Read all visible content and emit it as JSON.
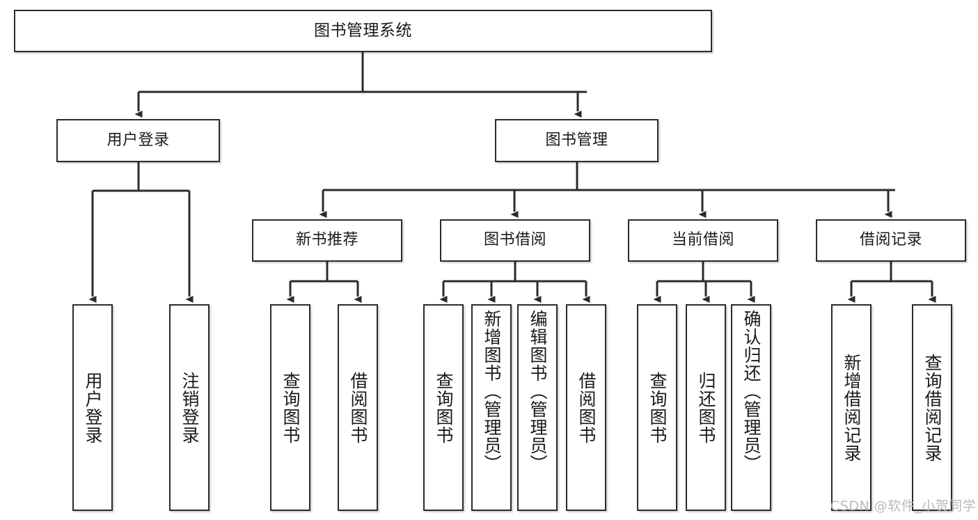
{
  "diagram": {
    "type": "tree-hierarchy",
    "title": "图书管理系统",
    "watermark": "CSDN @软件_小贺同学",
    "colors": {
      "border": "#2b2b2b",
      "background": "#ffffff",
      "text": "#1a1a1a",
      "watermark": "#b9b9b9"
    },
    "levels": [
      {
        "level": 0,
        "nodes": [
          {
            "id": "root",
            "label": "图书管理系统",
            "orientation": "horizontal"
          }
        ]
      },
      {
        "level": 1,
        "nodes": [
          {
            "id": "user-login",
            "label": "用户登录",
            "orientation": "horizontal",
            "parent": "root"
          },
          {
            "id": "book-manage",
            "label": "图书管理",
            "orientation": "horizontal",
            "parent": "root"
          }
        ]
      },
      {
        "level": 2,
        "nodes": [
          {
            "id": "new-book-recommend",
            "label": "新书推荐",
            "orientation": "horizontal",
            "parent": "book-manage"
          },
          {
            "id": "book-borrow",
            "label": "图书借阅",
            "orientation": "horizontal",
            "parent": "book-manage"
          },
          {
            "id": "current-borrow",
            "label": "当前借阅",
            "orientation": "horizontal",
            "parent": "book-manage"
          },
          {
            "id": "borrow-record",
            "label": "借阅记录",
            "orientation": "horizontal",
            "parent": "book-manage"
          }
        ]
      },
      {
        "level": 3,
        "nodes": [
          {
            "id": "leaf-user-login",
            "label": "用户登录",
            "orientation": "vertical",
            "parent": "user-login"
          },
          {
            "id": "leaf-user-logout",
            "label": "注销登录",
            "orientation": "vertical",
            "parent": "user-login"
          },
          {
            "id": "leaf-query-book-1",
            "label": "查询图书",
            "orientation": "vertical",
            "parent": "new-book-recommend"
          },
          {
            "id": "leaf-borrow-book-1",
            "label": "借阅图书",
            "orientation": "vertical",
            "parent": "new-book-recommend"
          },
          {
            "id": "leaf-query-book-2",
            "label": "查询图书",
            "orientation": "vertical",
            "parent": "book-borrow"
          },
          {
            "id": "leaf-add-book",
            "label": "新增图书（管理员）",
            "orientation": "vertical",
            "parent": "book-borrow"
          },
          {
            "id": "leaf-edit-book",
            "label": "编辑图书（管理员）",
            "orientation": "vertical",
            "parent": "book-borrow"
          },
          {
            "id": "leaf-borrow-book-2",
            "label": "借阅图书",
            "orientation": "vertical",
            "parent": "book-borrow"
          },
          {
            "id": "leaf-query-book-3",
            "label": "查询图书",
            "orientation": "vertical",
            "parent": "current-borrow"
          },
          {
            "id": "leaf-return-book",
            "label": "归还图书",
            "orientation": "vertical",
            "parent": "current-borrow"
          },
          {
            "id": "leaf-confirm-return",
            "label": "确认归还（管理员）",
            "orientation": "vertical",
            "parent": "current-borrow"
          },
          {
            "id": "leaf-add-record",
            "label": "新增借阅记录",
            "orientation": "vertical",
            "parent": "borrow-record"
          },
          {
            "id": "leaf-query-record",
            "label": "查询借阅记录",
            "orientation": "vertical",
            "parent": "borrow-record"
          }
        ]
      }
    ]
  }
}
